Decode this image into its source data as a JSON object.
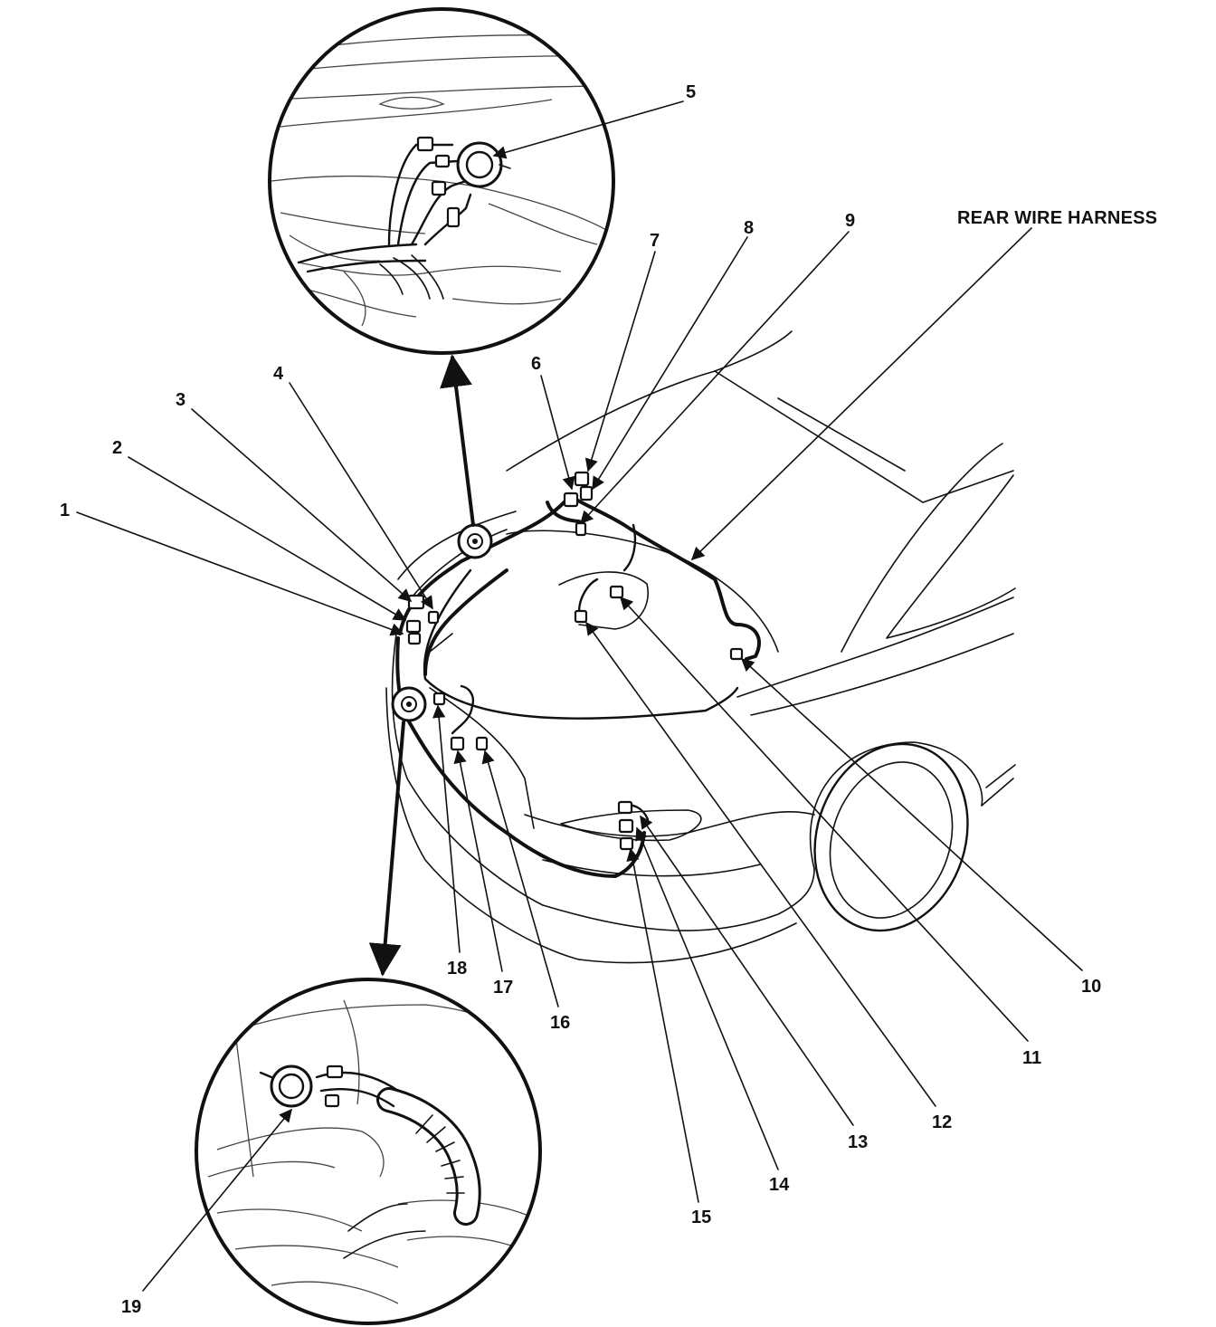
{
  "diagram": {
    "harness_label": "REAR WIRE HARNESS",
    "callouts": {
      "c1": "1",
      "c2": "2",
      "c3": "3",
      "c4": "4",
      "c5": "5",
      "c6": "6",
      "c7": "7",
      "c8": "8",
      "c9": "9",
      "c10": "10",
      "c11": "11",
      "c12": "12",
      "c13": "13",
      "c14": "14",
      "c15": "15",
      "c16": "16",
      "c17": "17",
      "c18": "18",
      "c19": "19"
    }
  }
}
